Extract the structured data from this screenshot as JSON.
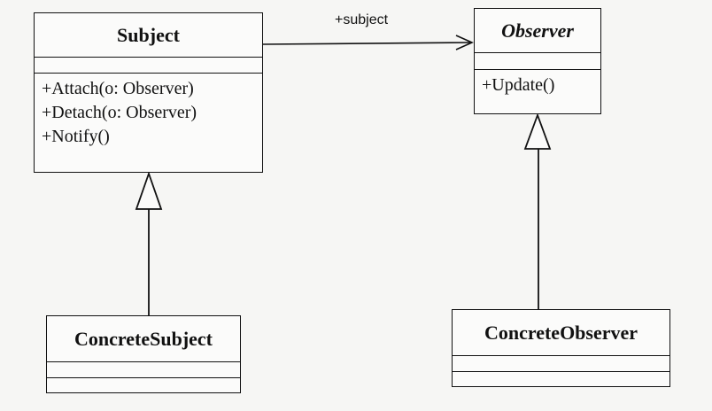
{
  "association": {
    "label": "+subject"
  },
  "classes": {
    "subject": {
      "name": "Subject",
      "operations": [
        "+Attach(o: Observer)",
        "+Detach(o: Observer)",
        "+Notify()"
      ]
    },
    "observer": {
      "name": "Observer",
      "abstract": true,
      "operations": [
        "+Update()"
      ]
    },
    "concrete_subject": {
      "name": "ConcreteSubject"
    },
    "concrete_observer": {
      "name": "ConcreteObserver"
    }
  },
  "colors": {
    "line": "#111111",
    "background": "#f6f6f4"
  }
}
